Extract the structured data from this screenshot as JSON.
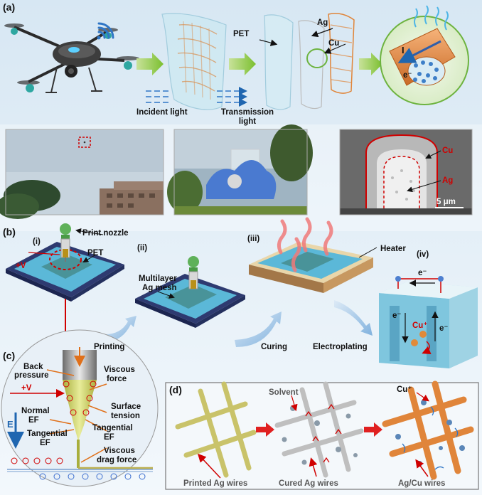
{
  "panels": {
    "a": {
      "label": "(a)",
      "texts": {
        "pet": "PET",
        "ag": "Ag",
        "cu": "Cu",
        "current": "I",
        "electron": "e⁻",
        "incident": "Incident light",
        "transmission_1": "Transmission",
        "transmission_2": "light"
      },
      "photo3": {
        "cu": "Cu",
        "ag": "Ag",
        "scale": "5 μm"
      }
    },
    "b": {
      "label": "(b)",
      "steps": {
        "i": "(i)",
        "ii": "(ii)",
        "iii": "(iii)",
        "iv": "(iv)"
      },
      "texts": {
        "nozzle": "Print nozzle",
        "pet": "PET",
        "voltage": "+V",
        "ag_mesh_1": "Multilayer",
        "ag_mesh_2": "Ag mesh",
        "heater": "Heater",
        "e1": "e⁻",
        "e2": "e⁻",
        "e3": "e⁻",
        "cu_ion": "Cu⁺"
      },
      "arrows": {
        "printing": "Printing",
        "curing": "Curing",
        "electroplating": "Electroplating"
      }
    },
    "c": {
      "label": "(c)",
      "texts": {
        "back_1": "Back",
        "back_2": "pressure",
        "voltage": "+V",
        "viscous_1": "Viscous",
        "viscous_2": "force",
        "surface_1": "Surface",
        "surface_2": "tension",
        "normal_1": "Normal",
        "normal_2": "EF",
        "tang_right_1": "Tangential",
        "tang_right_2": "EF",
        "tang_left_1": "Tangential",
        "tang_left_2": "EF",
        "field": "E",
        "drag_1": "Viscous",
        "drag_2": "drag force"
      }
    },
    "d": {
      "label": "(d)",
      "texts": {
        "solvent": "Solvent",
        "cu_ion": "Cu⁺",
        "printed": "Printed Ag wires",
        "cured": "Cured Ag wires",
        "agcu": "Ag/Cu  wires"
      }
    }
  },
  "colors": {
    "accent_green": "#8cc63f",
    "copper": "#e0853a",
    "pet_blue": "#5bb8d8",
    "red": "#d00000",
    "silver": "#c8c8c8",
    "ag_yellow": "#c9c36a"
  }
}
